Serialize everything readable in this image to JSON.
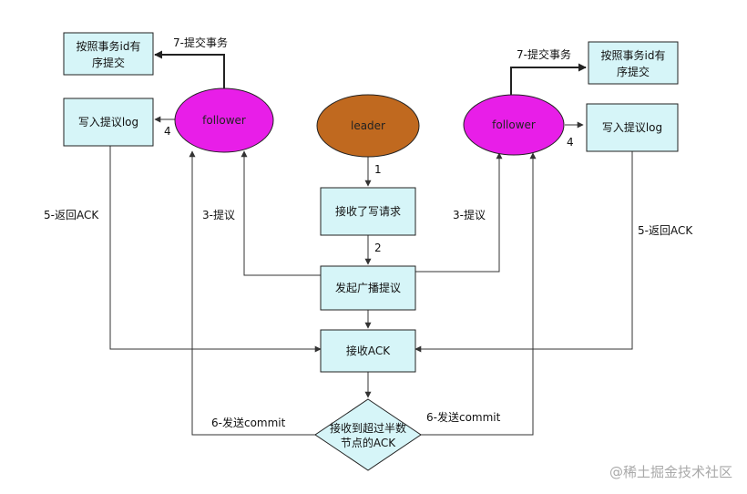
{
  "nodes": {
    "leader": "leader",
    "follower_left": "follower",
    "follower_right": "follower",
    "receive_write": "接收了写请求",
    "broadcast": "发起广播提议",
    "receive_ack": "接收ACK",
    "majority_ack_line1": "接收到超过半数",
    "majority_ack_line2": "节点的ACK",
    "left_commit_line1": "按照事务id有",
    "left_commit_line2": "序提交",
    "right_commit_line1": "按照事务id有",
    "right_commit_line2": "序提交",
    "left_write_log": "写入提议log",
    "right_write_log": "写入提议log"
  },
  "edge_labels": {
    "step1": "1",
    "step2": "2",
    "propose_left": "3-提议",
    "propose_right": "3-提议",
    "step4_left": "4",
    "step4_right": "4",
    "ack_left": "5-返回ACK",
    "ack_right": "5-返回ACK",
    "commit_left": "6-发送commit",
    "commit_right": "6-发送commit",
    "submit_left": "7-提交事务",
    "submit_right": "7-提交事务"
  },
  "colors": {
    "leader_fill": "#c0691f",
    "follower_fill": "#e81ee8",
    "box_fill": "#d6f5f8",
    "stroke": "#222222"
  },
  "watermark": "@稀土掘金技术社区"
}
